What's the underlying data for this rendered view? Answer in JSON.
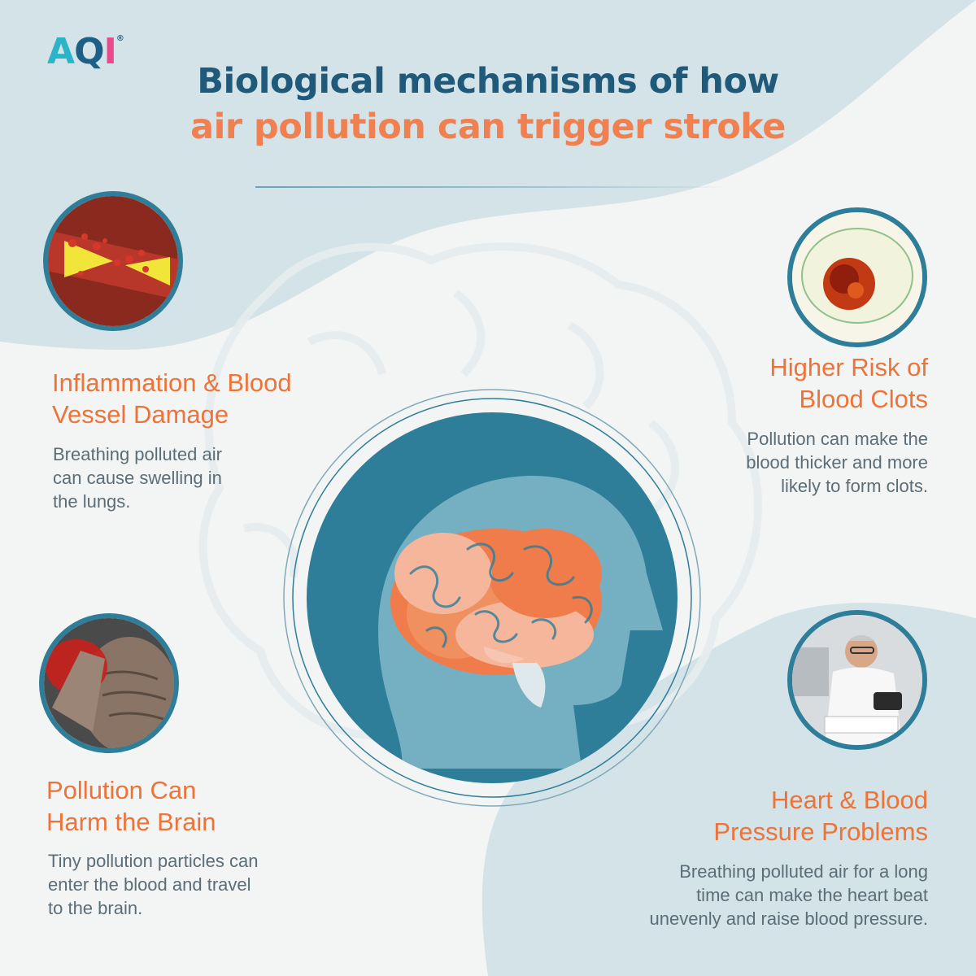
{
  "logo": {
    "a": "A",
    "q": "Q",
    "i": "I",
    "mark": "®"
  },
  "title": {
    "line1": "Biological mechanisms of how",
    "line2": "air pollution can trigger stroke"
  },
  "sections": [
    {
      "heading_line1": "Inflammation & Blood",
      "heading_line2": "Vessel Damage",
      "desc_line1": "Breathing polluted air",
      "desc_line2": "can cause swelling in",
      "desc_line3": "the lungs.",
      "image_icon": "blood-vessel-plaque-image"
    },
    {
      "heading_line1": "Higher Risk of",
      "heading_line2": "Blood Clots",
      "desc_line1": "Pollution can make the",
      "desc_line2": "blood thicker and more",
      "desc_line3": "likely to form clots.",
      "image_icon": "blood-clot-cell-image"
    },
    {
      "heading_line1": "Pollution Can",
      "heading_line2": "Harm the Brain",
      "desc_line1": "Tiny pollution particles can",
      "desc_line2": "enter the blood and travel",
      "desc_line3": "to the brain.",
      "image_icon": "headache-elderly-person-image"
    },
    {
      "heading_line1": "Heart & Blood",
      "heading_line2": "Pressure Problems",
      "desc_line1": "Breathing polluted air for a long",
      "desc_line2": "time can make the heart beat",
      "desc_line3": "unevenly and raise blood pressure.",
      "image_icon": "blood-pressure-monitor-man-image"
    }
  ],
  "center_icon": "head-with-brain-icon",
  "colors": {
    "title_dark": "#1f5a7a",
    "title_accent": "#f08050",
    "heading": "#ee7338",
    "body_text": "#5b6d77",
    "ring": "#2e7d99",
    "wave": "#d3e3e7"
  }
}
